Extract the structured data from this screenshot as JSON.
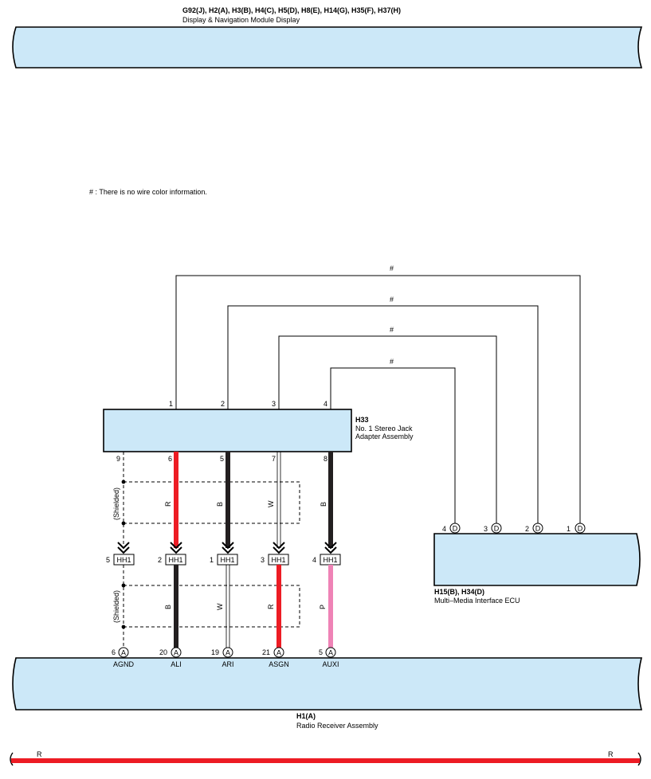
{
  "colors": {
    "box_fill": "#cce8f8",
    "wire_red": "#ed1c24",
    "wire_black": "#231f20",
    "wire_pink": "#ef83b6",
    "line": "#000000"
  },
  "top_component": {
    "code": "G92(J), H2(A), H3(B), H4(C), H5(D), H8(E), H14(G), H35(F), H37(H)",
    "name": "Display & Navigation Module Display"
  },
  "note": "# : There is no wire color information.",
  "jack_adapter": {
    "code": "H33",
    "name_line1": "No.  1 Stereo Jack",
    "name_line2": "Adapter Assembly",
    "top_pins": [
      "1",
      "2",
      "3",
      "4"
    ],
    "bottom_pins": [
      "9",
      "6",
      "5",
      "7",
      "8"
    ]
  },
  "hash_label": "#",
  "upper_wire_colors": [
    "R",
    "B",
    "W",
    "B"
  ],
  "lower_wire_colors": [
    "B",
    "W",
    "R",
    "P"
  ],
  "shielded_label": "(Shielded)",
  "junction": {
    "name": "HH1",
    "pins": [
      "5",
      "2",
      "1",
      "3",
      "4"
    ]
  },
  "mm_ecu": {
    "code": "H15(B), H34(D)",
    "name": "Multi–Media Interface ECU",
    "pins": [
      {
        "num": "4",
        "connector": "D"
      },
      {
        "num": "3",
        "connector": "D"
      },
      {
        "num": "2",
        "connector": "D"
      },
      {
        "num": "1",
        "connector": "D"
      }
    ]
  },
  "radio": {
    "code": "H1(A)",
    "name": "Radio Receiver Assembly",
    "pins": [
      {
        "num": "6",
        "connector": "A",
        "signal": "AGND"
      },
      {
        "num": "20",
        "connector": "A",
        "signal": "ALI"
      },
      {
        "num": "19",
        "connector": "A",
        "signal": "ARI"
      },
      {
        "num": "21",
        "connector": "A",
        "signal": "ASGN"
      },
      {
        "num": "5",
        "connector": "A",
        "signal": "AUXI"
      }
    ]
  },
  "continuation_wire": {
    "left_label": "R",
    "right_label": "R"
  }
}
